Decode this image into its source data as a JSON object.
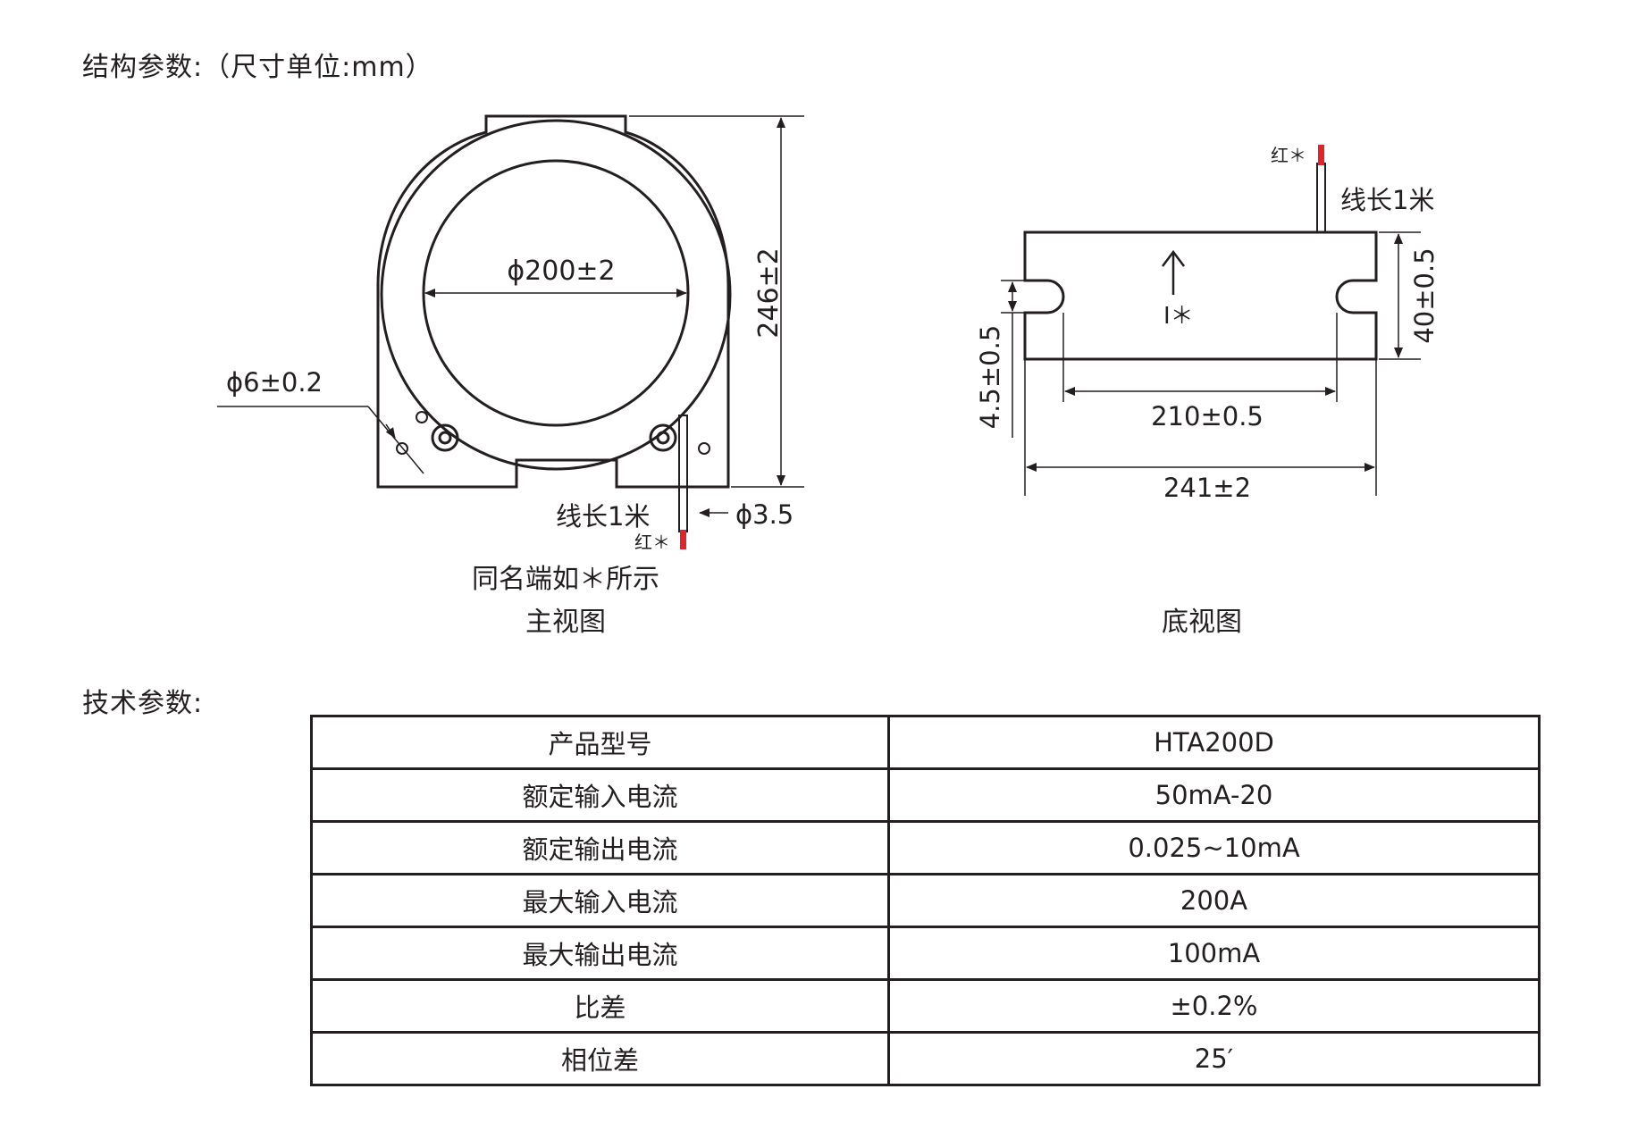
{
  "headings": {
    "structure": "结构参数:（尺寸单位:mm）",
    "technical": "技术参数:"
  },
  "front_view": {
    "caption_line1": "同名端如＊所示",
    "caption_line2": "主视图",
    "inner_diameter": "ϕ200±2",
    "height": "246±2",
    "hole": "ϕ6±0.2",
    "wire_length": "线长1米",
    "wire_diameter": "ϕ3.5",
    "red_mark": "红＊"
  },
  "bottom_view": {
    "caption": "底视图",
    "wire_length": "线长1米",
    "red_mark": "红＊",
    "current_mark": "I＊",
    "slot_height": "4.5±0.5",
    "thickness": "40±0.5",
    "slot_spacing": "210±0.5",
    "width": "241±2"
  },
  "colors": {
    "line": "#231f20",
    "wire_red": "#e0242a"
  },
  "spec_table": [
    {
      "key": "产品型号",
      "value": "HTA200D"
    },
    {
      "key": "额定输入电流",
      "value": "50mA-20"
    },
    {
      "key": "额定输出电流",
      "value": "0.025~10mA"
    },
    {
      "key": "最大输入电流",
      "value": "200A"
    },
    {
      "key": "最大输出电流",
      "value": "100mA"
    },
    {
      "key": "比差",
      "value": "±0.2%"
    },
    {
      "key": "相位差",
      "value": "25′"
    }
  ]
}
